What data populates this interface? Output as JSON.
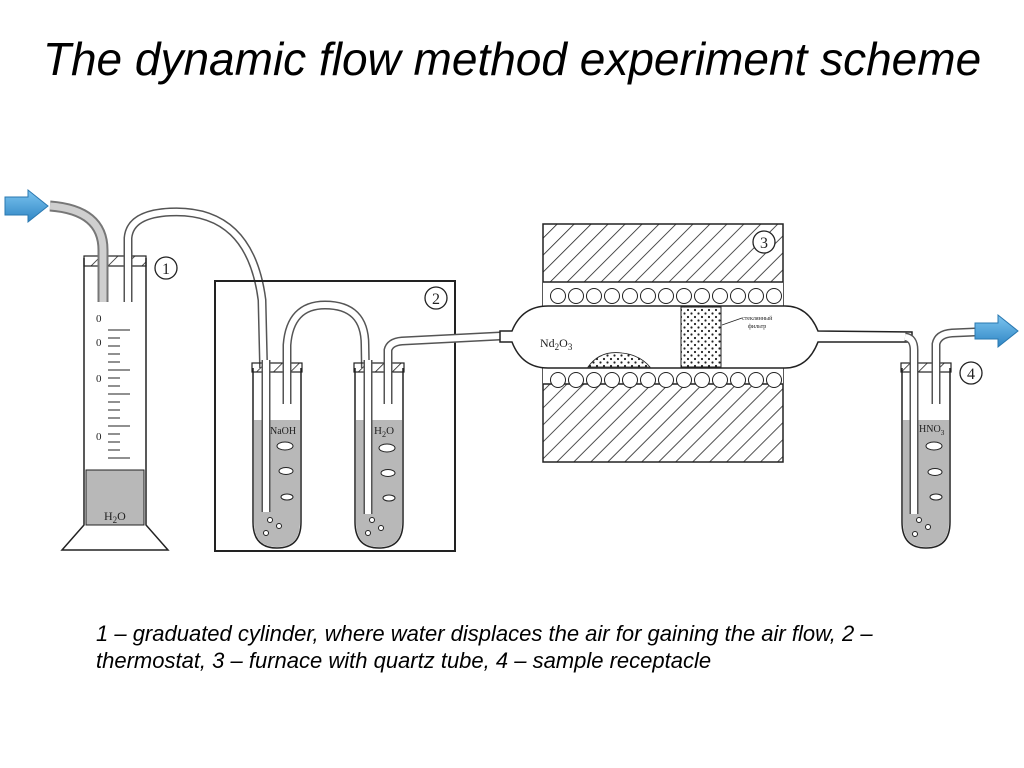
{
  "slide": {
    "title": "The dynamic flow method experiment scheme",
    "caption": "1 – graduated cylinder, where water displaces the air for gaining the air flow, 2 –thermostat, 3 – furnace with quartz tube, 4 – sample receptacle"
  },
  "diagram": {
    "labels": {
      "n1": "1",
      "n2": "2",
      "n3": "3",
      "n4": "4",
      "water_cylinder": "H2O",
      "naoh": "NaOH",
      "water_trap": "H2O",
      "nd2o3": "Nd2O3",
      "hno3": "HNO3",
      "filter_line1": "стеклянный",
      "filter_line2": "фильтр",
      "graduation_0a": "0",
      "graduation_0b": "0",
      "graduation_0c": "0",
      "graduation_0d": "0"
    },
    "colors": {
      "arrow": "#4a9fd8",
      "liquid": "#b8b8b8",
      "line": "#222222"
    }
  }
}
